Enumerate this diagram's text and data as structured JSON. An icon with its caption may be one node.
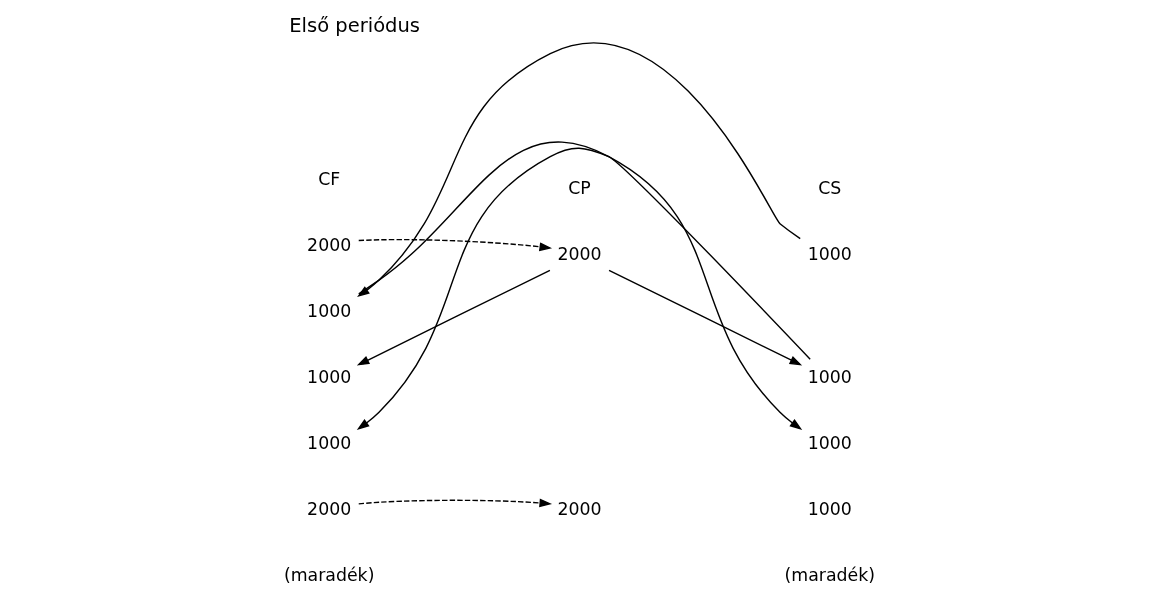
{
  "diagram": {
    "title": "Első periódus",
    "nodes": [
      {
        "text": [
          "2000"
        ]
      },
      {
        "text": [
          "2000"
        ]
      },
      {
        "text": [
          "1000"
        ]
      },
      {
        "text": [
          "1000"
        ]
      },
      {
        "text": [
          "1000"
        ]
      },
      {
        "text": [
          "1000"
        ]
      },
      {
        "text": [
          "1000"
        ]
      },
      {
        "text": [
          "1000"
        ]
      },
      {
        "text": [
          "2000"
        ]
      },
      {
        "text": [
          "2000"
        ]
      }
    ],
    "edges": [
      {
        "from": 0,
        "to": 1,
        "arrow": "to",
        "style": "dashed"
      },
      {
        "from": 2,
        "to": 3,
        "arrow": "to"
      },
      {
        "from": 1,
        "to": 4,
        "arrow": "to"
      },
      {
        "from": 1,
        "to": 5,
        "arrow": "to"
      },
      {
        "from": 3,
        "to": 7,
        "arrow": "to"
      },
      {
        "from": 5,
        "to": 6,
        "arrow": "to"
      },
      {
        "from": 8,
        "to": 9,
        "arrow": "to",
        "style": "dashed"
      }
    ],
    "labels": [
      "CF",
      "CP",
      "CS",
      "1000",
      "(maradék)",
      "(maradék)"
    ]
  }
}
